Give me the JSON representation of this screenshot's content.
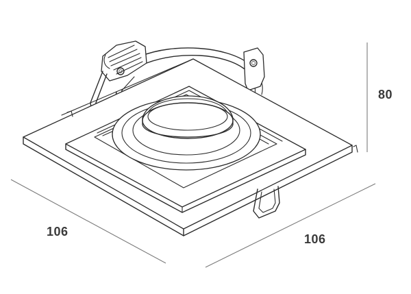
{
  "dimensions": {
    "height": "80",
    "width_left": "106",
    "width_right": "106"
  }
}
